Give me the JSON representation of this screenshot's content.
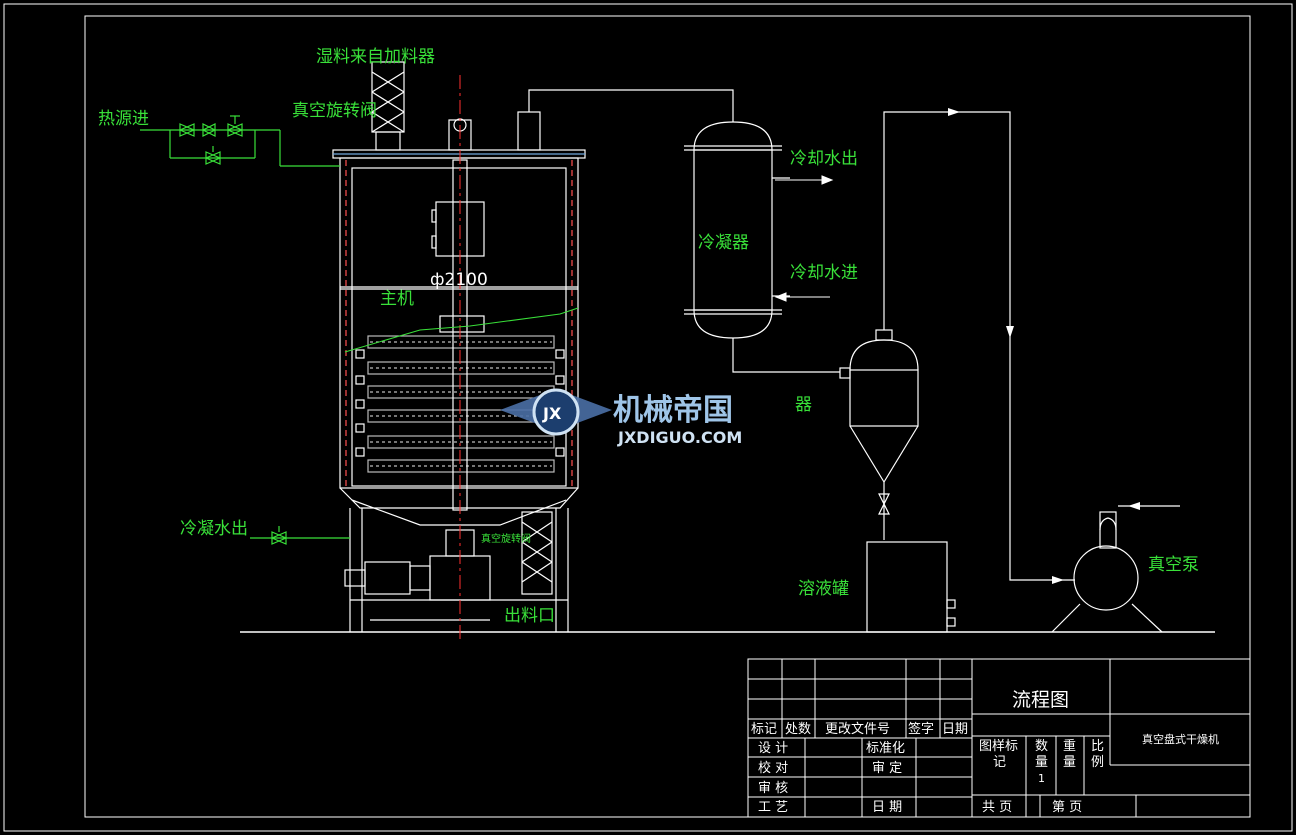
{
  "labels": {
    "wet_feed": "湿料来自加料器",
    "heat_in": "热源进",
    "rotary_valve_top": "真空旋转阀",
    "main_unit": "主机",
    "diameter": "ф2100",
    "condensate_out": "冷凝水出",
    "rotary_valve_bottom": "真空旋转阀",
    "discharge": "出料口",
    "condenser": "冷凝器",
    "cooling_out": "冷却水出",
    "cooling_in": "冷却水进",
    "separator_partial": "器",
    "solvent_tank": "溶液罐",
    "vacuum_pump": "真空泵"
  },
  "watermark": {
    "logo_text": "JX",
    "name_cn": "机械帝国",
    "name_en": "JXDIGUO.COM"
  },
  "title_block": {
    "drawing_title": "流程图",
    "machine_name": "真空盘式干燥机",
    "col_mark": "标记",
    "col_count": "处数",
    "col_doc": "更改文件号",
    "col_sign": "签字",
    "col_date": "日期",
    "design": "设 计",
    "standardize": "标准化",
    "check": "校 对",
    "approve": "审 定",
    "review": "审 核",
    "process": "工 艺",
    "date": "日 期",
    "stage_mark_1": "图样标",
    "stage_mark_2": "记",
    "quantity_1": "数",
    "quantity_2": "量",
    "weight_1": "重",
    "weight_2": "量",
    "scale_1": "比",
    "scale_2": "例",
    "qty_value": "1",
    "total_pages": "共 页",
    "page_no": "第 页"
  },
  "colors": {
    "background": "#000000",
    "outline": "#ffffff",
    "label": "#39e039",
    "centerline": "#ff3030",
    "watermark": "#9fc5e8"
  }
}
